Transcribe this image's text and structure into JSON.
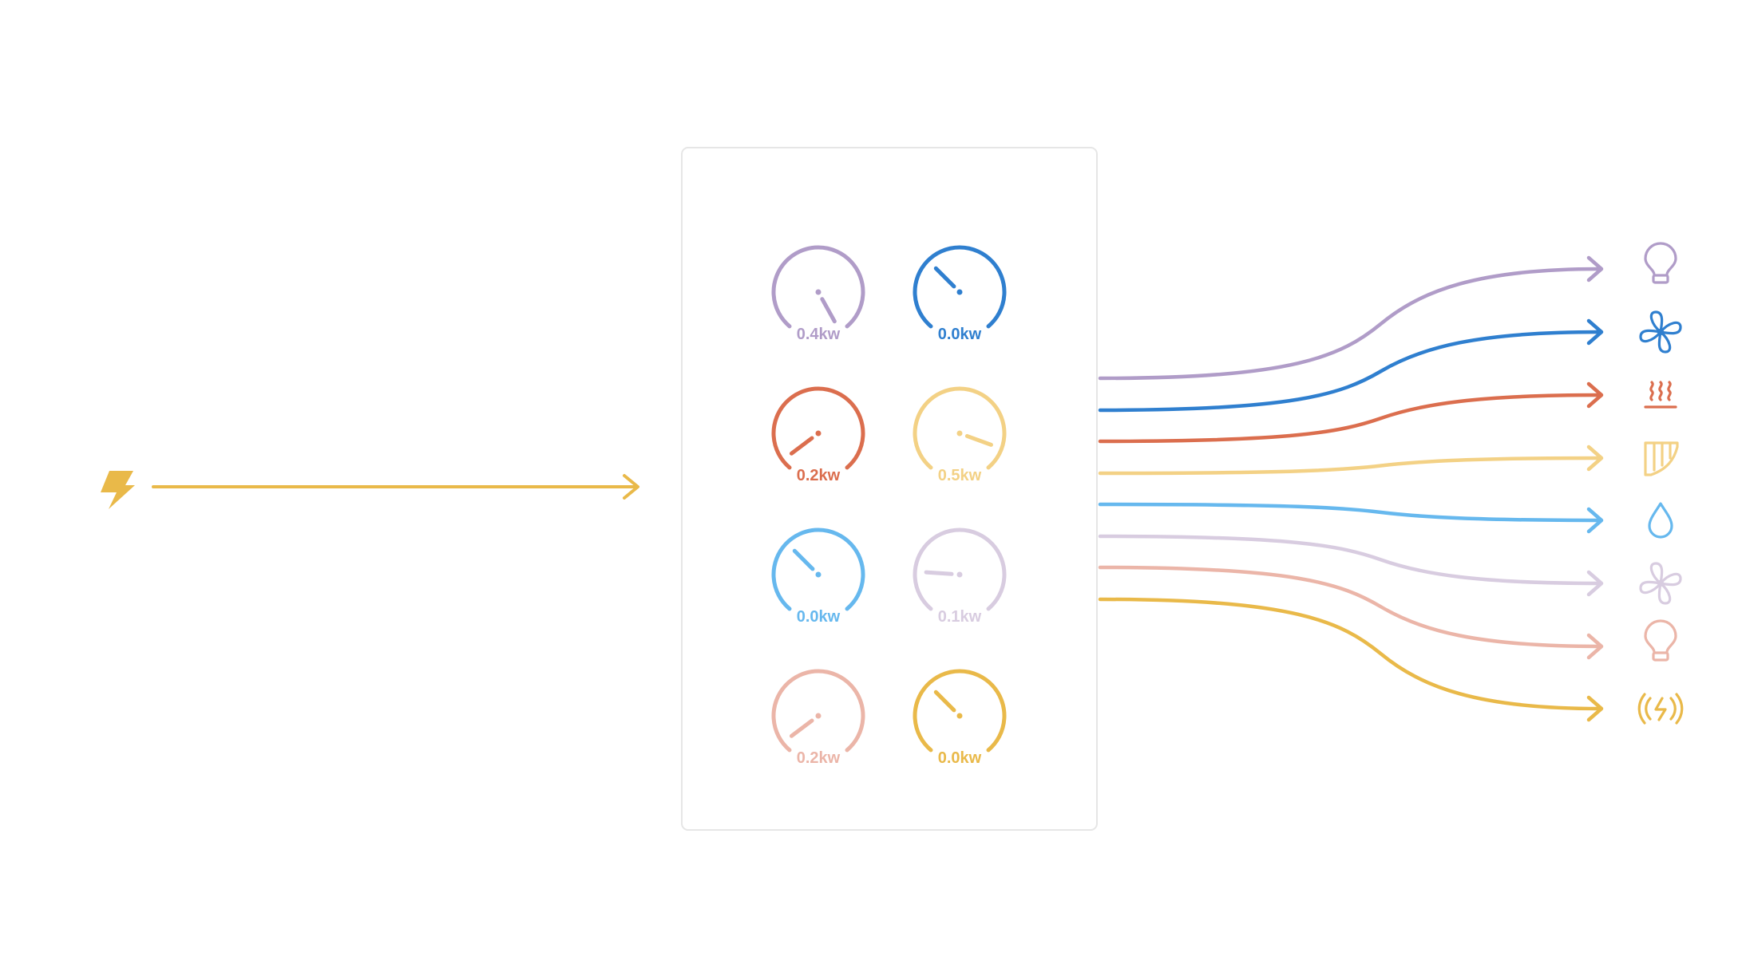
{
  "input_source": {
    "icon": "lightning-bolt-icon",
    "color": "#E9B949"
  },
  "gauges": [
    {
      "label": "0.4kw",
      "value": 0.4,
      "color": "#B09CC8"
    },
    {
      "label": "0.0kw",
      "value": 0.0,
      "color": "#2F7FCF"
    },
    {
      "label": "0.2kw",
      "value": 0.2,
      "color": "#DB6E4E"
    },
    {
      "label": "0.5kw",
      "value": 0.5,
      "color": "#F3D185"
    },
    {
      "label": "0.0kw",
      "value": 0.0,
      "color": "#66B8EE"
    },
    {
      "label": "0.1kw",
      "value": 0.1,
      "color": "#D8CCE0"
    },
    {
      "label": "0.2kw",
      "value": 0.2,
      "color": "#EBB5A8"
    },
    {
      "label": "0.0kw",
      "value": 0.0,
      "color": "#E9B949"
    }
  ],
  "devices": [
    {
      "icon": "lightbulb-icon",
      "color": "#B09CC8"
    },
    {
      "icon": "fan-icon",
      "color": "#2F7FCF"
    },
    {
      "icon": "heater-icon",
      "color": "#DB6E4E"
    },
    {
      "icon": "curtain-icon",
      "color": "#F3D185"
    },
    {
      "icon": "water-drop-icon",
      "color": "#66B8EE"
    },
    {
      "icon": "fan-icon",
      "color": "#D8CCE0"
    },
    {
      "icon": "lightbulb-icon",
      "color": "#EBB5A8"
    },
    {
      "icon": "ev-charger-icon",
      "color": "#E9B949"
    }
  ],
  "panel_border_color": "#E6E6E6"
}
